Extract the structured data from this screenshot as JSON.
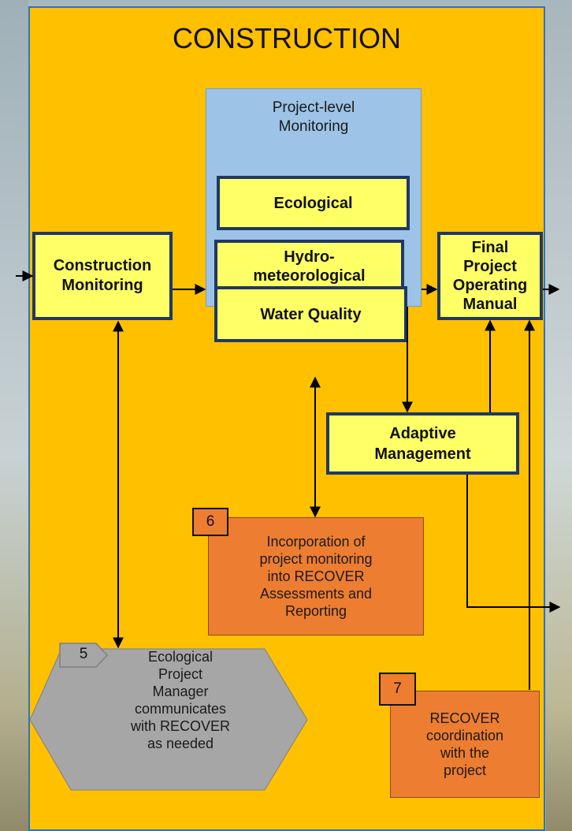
{
  "title": "CONSTRUCTION",
  "project_monitoring": {
    "title_line1": "Project-level",
    "title_line2": "Monitoring",
    "ecological": "Ecological",
    "hydro_line1": "Hydro-",
    "hydro_line2": "meteorological",
    "water_quality": "Water Quality"
  },
  "construction_monitoring": {
    "line1": "Construction",
    "line2": "Monitoring"
  },
  "final_manual": {
    "line1": "Final",
    "line2": "Project",
    "line3": "Operating",
    "line4": "Manual"
  },
  "adaptive_management": {
    "line1": "Adaptive",
    "line2": "Management"
  },
  "step6": {
    "number": "6",
    "line1": "Incorporation of",
    "line2": "project monitoring",
    "line3": "into RECOVER",
    "line4": "Assessments and",
    "line5": "Reporting"
  },
  "step5": {
    "number": "5",
    "line1": "Ecological",
    "line2": "Project",
    "line3": "Manager",
    "line4": "communicates",
    "line5": "with RECOVER",
    "line6": "as needed"
  },
  "step7": {
    "number": "7",
    "line1": "RECOVER",
    "line2": "coordination",
    "line3": "with the",
    "line4": "project"
  },
  "colors": {
    "panel": "#ffc000",
    "panel_border": "#2e75b6",
    "monitoring_box": "#9dc3e6",
    "yellow_box": "#ffff66",
    "yellow_border": "#203864",
    "orange_box": "#ed7d31",
    "hexagon": "#a6a6a6"
  }
}
